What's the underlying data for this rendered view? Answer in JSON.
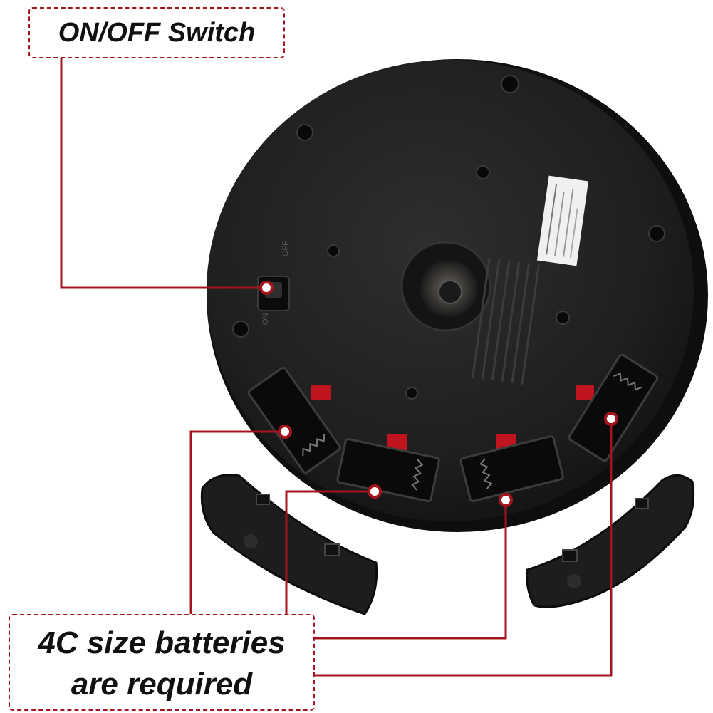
{
  "callouts": {
    "switch_label": "ON/OFF Switch",
    "batteries_line1": "4C size batteries",
    "batteries_line2": "are required"
  },
  "switch_markings": {
    "off": "OFF",
    "on": "ON"
  },
  "colors": {
    "accent": "#a3141c",
    "device_body": "#1c1c1c",
    "battery_contact": "#c0141e",
    "background": "#ffffff"
  }
}
